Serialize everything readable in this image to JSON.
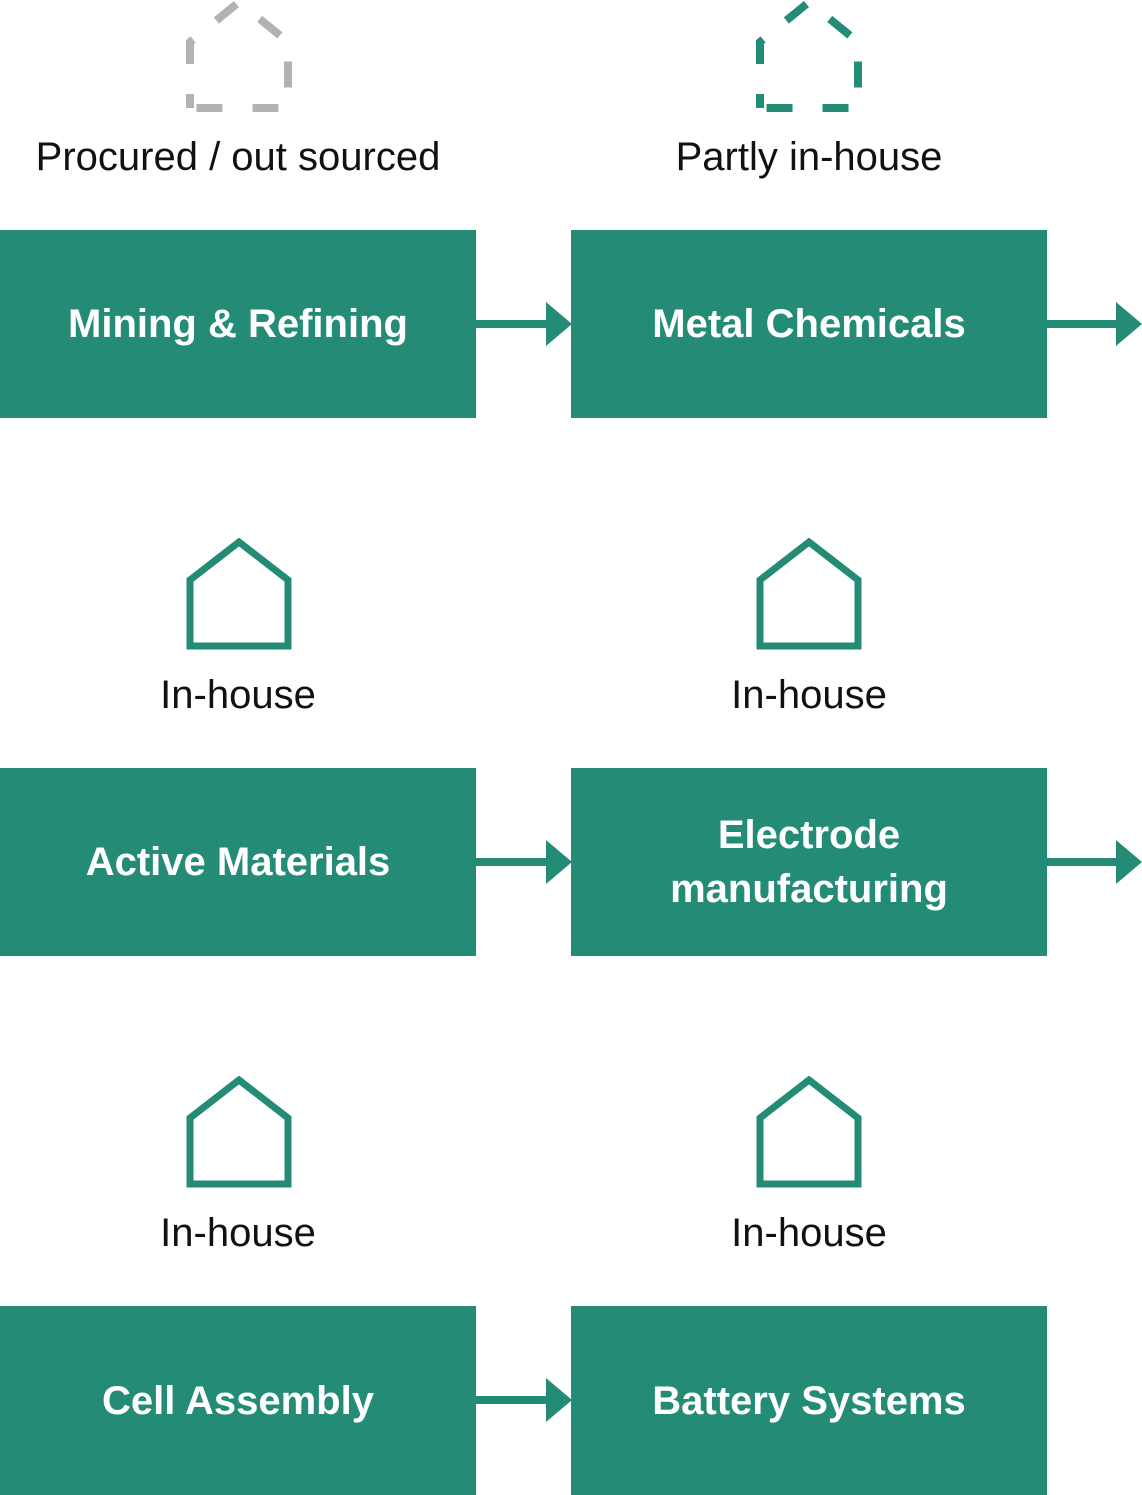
{
  "colors": {
    "accent": "#238b76",
    "muted": "#b2b2b2",
    "text": "#111111",
    "box_text": "#ffffff"
  },
  "legend": {
    "procured": {
      "label": "Procured / out sourced",
      "icon": "house-dashed-grey-icon"
    },
    "partly": {
      "label": "Partly in-house",
      "icon": "house-dashed-green-icon"
    }
  },
  "rows": [
    {
      "left": {
        "label": "Mining & Refining",
        "status": "Procured / out sourced"
      },
      "right": {
        "label": "Metal Chemicals",
        "status": "Partly in-house"
      }
    },
    {
      "status_left": "In-house",
      "status_right": "In-house",
      "left": {
        "label": "Active Materials"
      },
      "right": {
        "label_line1": "Electrode",
        "label_line2": "manufacturing"
      }
    },
    {
      "status_left": "In-house",
      "status_right": "In-house",
      "left": {
        "label": "Cell Assembly"
      },
      "right": {
        "label": "Battery Systems"
      }
    }
  ]
}
